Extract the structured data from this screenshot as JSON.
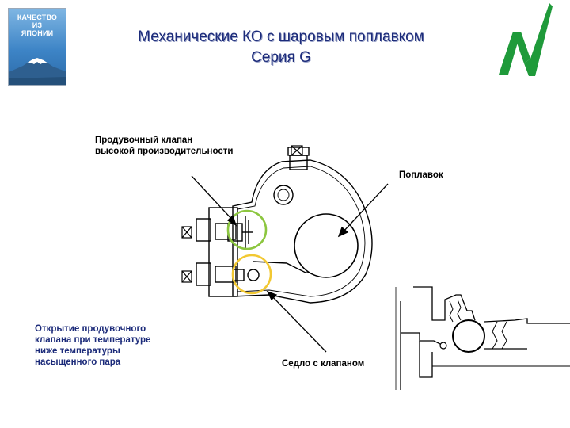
{
  "badge": {
    "line1": "КАЧЕСТВО",
    "line2": "ИЗ",
    "line3": "ЯПОНИИ",
    "sky_color": "#3d84c6"
  },
  "title": {
    "line1": "Механические КО с шаровым поплавком",
    "line2": "Серия G",
    "color": "#1c2b7a"
  },
  "logo": {
    "icon": "green-m-logo-icon",
    "color": "#1f9a3a"
  },
  "labels": {
    "blowdown_valve_line1": "Продувочный клапан",
    "blowdown_valve_line2": "высокой производительности",
    "float": "Поплавок",
    "opening_line1": "Открытие продувочного",
    "opening_line2": "клапана при температуре",
    "opening_line3": "ниже температуры",
    "opening_line4": "насыщенного пара",
    "seat": "Седло с клапаном"
  },
  "highlights": {
    "green_circle_color": "#8cc63f",
    "yellow_circle_color": "#f2c832"
  }
}
